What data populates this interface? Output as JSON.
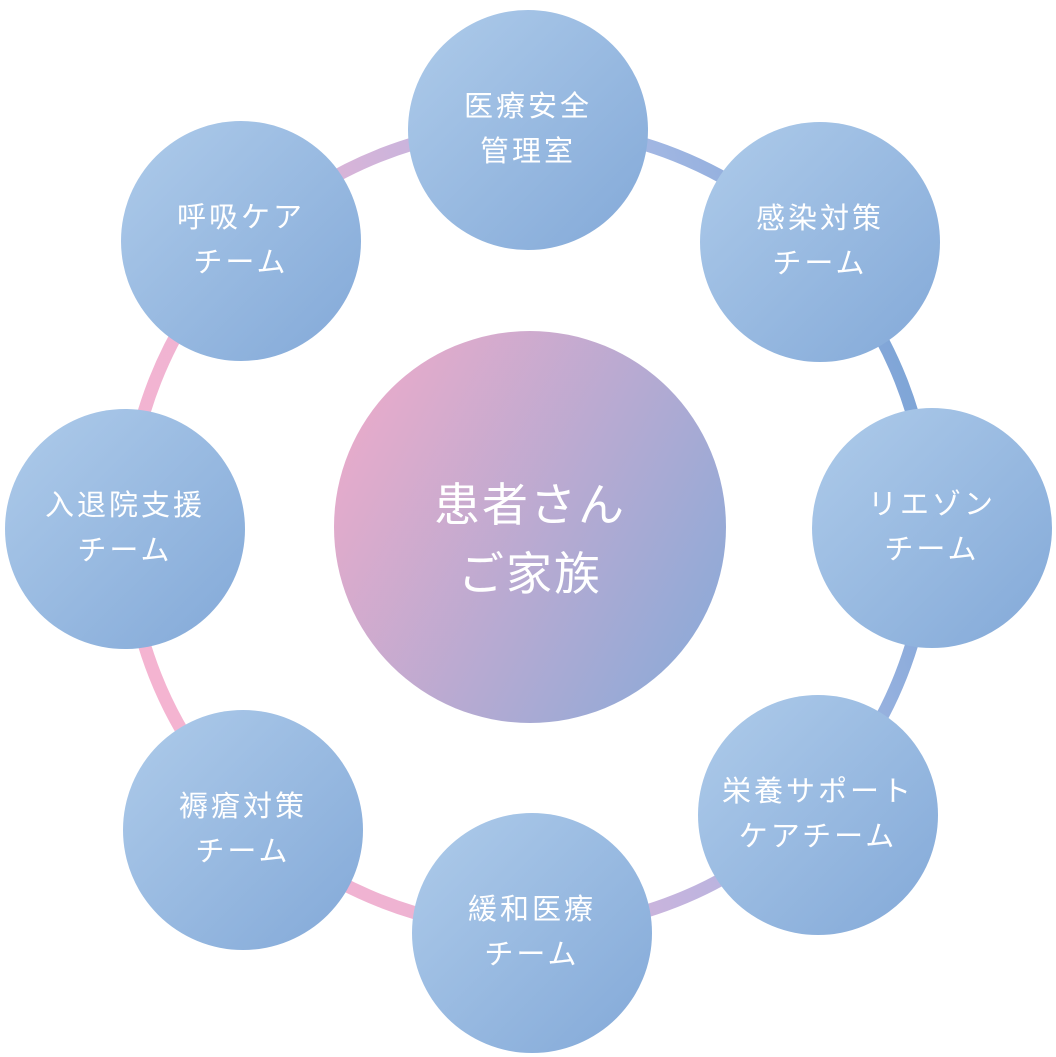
{
  "diagram": {
    "center": {
      "line1": "患者さん",
      "line2": "ご家族"
    },
    "teams": [
      {
        "id": "medical-safety",
        "line1": "医療安全",
        "line2": "管理室"
      },
      {
        "id": "infection-control",
        "line1": "感染対策",
        "line2": "チーム"
      },
      {
        "id": "liaison",
        "line1": "リエゾン",
        "line2": "チーム"
      },
      {
        "id": "nutrition-support",
        "line1": "栄養サポート",
        "line2": "ケアチーム"
      },
      {
        "id": "palliative-care",
        "line1": "緩和医療",
        "line2": "チーム"
      },
      {
        "id": "pressure-ulcer",
        "line1": "褥瘡対策",
        "line2": "チーム"
      },
      {
        "id": "admission-discharge",
        "line1": "入退院支援",
        "line2": "チーム"
      },
      {
        "id": "respiratory-care",
        "line1": "呼吸ケア",
        "line2": "チーム"
      }
    ],
    "colors": {
      "text": "#ffffff",
      "team_grad_a": "#aecbea",
      "team_grad_b": "#83a9d8",
      "center_grad_a": "#f3abc9",
      "center_grad_b": "#84aad9",
      "ring_pink": "#f5b4d1",
      "ring_pink_2": "#eeb3d2",
      "ring_purple": "#c3b4de",
      "ring_periwinkle": "#a0b6e2",
      "ring_blue": "#7da4d6"
    }
  }
}
